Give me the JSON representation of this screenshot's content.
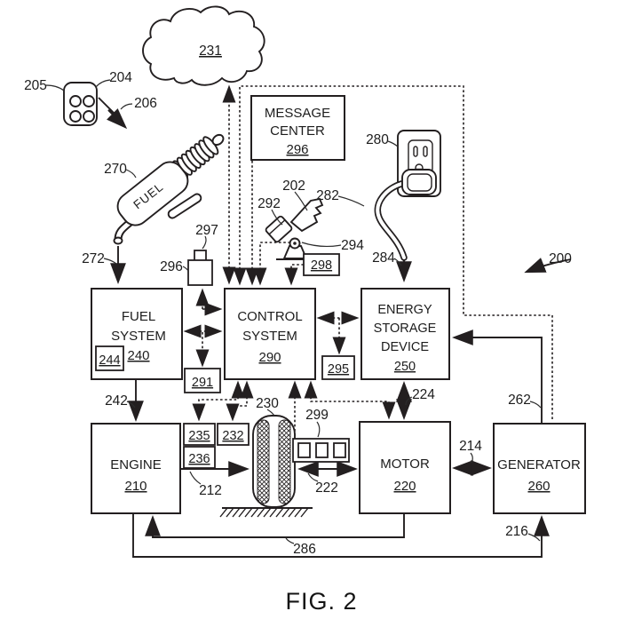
{
  "figure": {
    "caption": "FIG. 2",
    "system_ref": "200"
  },
  "palette": {
    "ink": "#231f20",
    "paper": "#ffffff"
  },
  "cloud": {
    "ref": "231"
  },
  "message_center": {
    "title_line1": "MESSAGE",
    "title_line2": "CENTER",
    "ref": "296"
  },
  "fuel_system": {
    "title_line1": "FUEL",
    "title_line2": "SYSTEM",
    "ref": "240",
    "gauge_ref": "244"
  },
  "control_system": {
    "title_line1": "CONTROL",
    "title_line2": "SYSTEM",
    "ref": "290"
  },
  "energy_storage": {
    "title_line1": "ENERGY",
    "title_line2": "STORAGE",
    "title_line3": "DEVICE",
    "ref": "250"
  },
  "engine": {
    "title": "ENGINE",
    "ref": "210"
  },
  "motor": {
    "title": "MOTOR",
    "ref": "220"
  },
  "generator": {
    "title": "GENERATOR",
    "ref": "260"
  },
  "fuel_nozzle": {
    "body_text": "FUEL",
    "ref": "270"
  },
  "refs": {
    "fob_pointer": "205",
    "fob": "204",
    "wireless": "206",
    "nozzle_line": "272",
    "sensor": "296",
    "sensor_element": "297",
    "ignition_key": "202",
    "key_head": "292",
    "key_mount": "294",
    "key_box": "298",
    "outlet": "280",
    "cable": "282",
    "cable_line": "284",
    "fuel_engine": "242",
    "ctrl_fuel_box": "291",
    "ctrl_esd_box": "295",
    "esd_motor": "224",
    "gen_esd": "262",
    "motor_gen": "214",
    "engine_wheel": "212",
    "wheel": "230",
    "trans_235": "235",
    "trans_232": "232",
    "trans_236": "236",
    "gear_unit": "299",
    "wheel_motor": "222",
    "motor_engine": "286",
    "engine_gen": "216"
  }
}
